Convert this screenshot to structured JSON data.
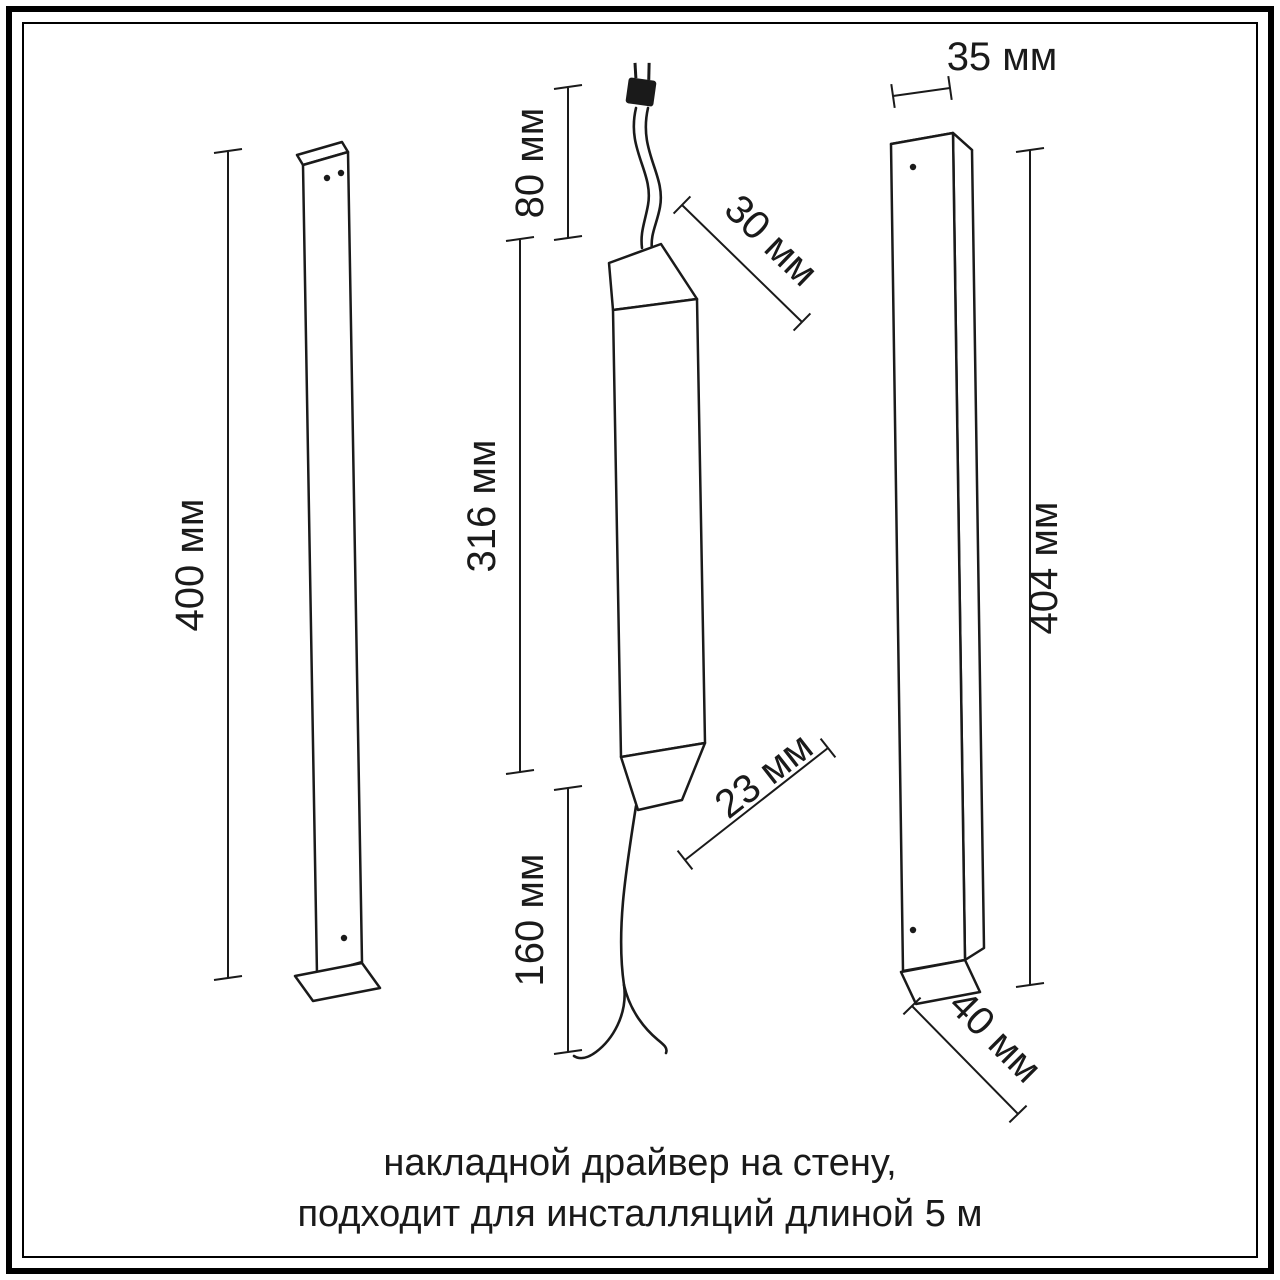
{
  "figure": {
    "left_profile": {
      "height": "400 мм"
    },
    "driver": {
      "top_wire": "80 мм",
      "width": "30 мм",
      "body_height": "316 мм",
      "depth": "23 мм",
      "bottom_wire": "160 мм"
    },
    "right_profile": {
      "width": "35 мм",
      "height": "404 мм",
      "depth": "40 мм"
    }
  },
  "caption": {
    "line1": "накладной драйвер на стену,",
    "line2": "подходит для инсталляций длиной 5 м"
  },
  "colors": {
    "ink": "#1a1a1a",
    "background": "#ffffff"
  }
}
